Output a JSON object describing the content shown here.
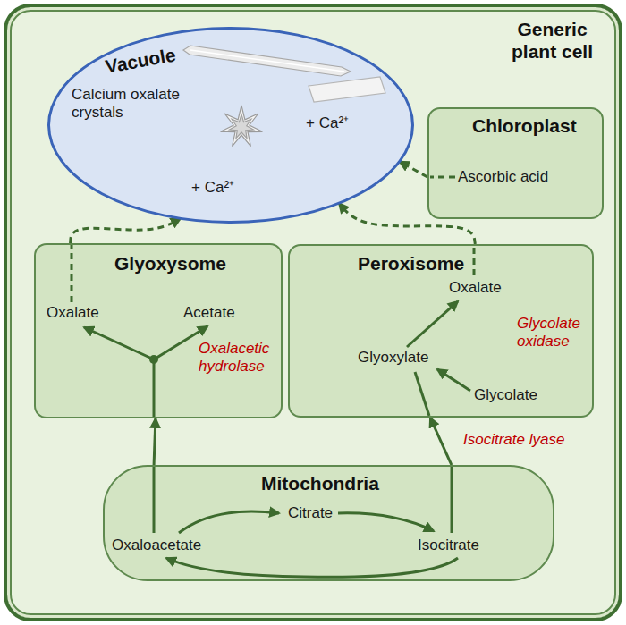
{
  "diagram": {
    "nodes": [
      {
        "text": [
          "Generic plant cell"
        ]
      },
      {
        "text": [
          "Vacuole",
          "Calcium oxalate crystals",
          "+ Ca²⁺",
          "+ Ca²⁺"
        ],
        "in": 0
      },
      {
        "text": [
          "Chloroplast",
          "Ascorbic acid"
        ],
        "in": 0
      },
      {
        "text": [
          "Glyoxysome",
          "Oxalate",
          "Acetate",
          "Oxalacetic hydrolase"
        ],
        "in": 0
      },
      {
        "text": [
          "Peroxisome",
          "Oxalate",
          "Glyoxylate",
          "Glycolate",
          "Glycolate oxidase"
        ],
        "in": 0
      },
      {
        "text": [
          "Mitochondria",
          "Oxaloacetate",
          "Citrate",
          "Isocitrate"
        ],
        "in": 0
      }
    ],
    "edges": [
      {
        "from": 2,
        "to": 1,
        "arrow": "to"
      },
      {
        "from": 3,
        "to": 1,
        "arrow": "to"
      },
      {
        "from": 4,
        "to": 1,
        "arrow": "to"
      },
      {
        "from": 5,
        "to": 3,
        "arrow": "to"
      },
      {
        "from": 5,
        "to": 4,
        "label": "Isocitrate lyase",
        "arrow": "to"
      }
    ]
  }
}
